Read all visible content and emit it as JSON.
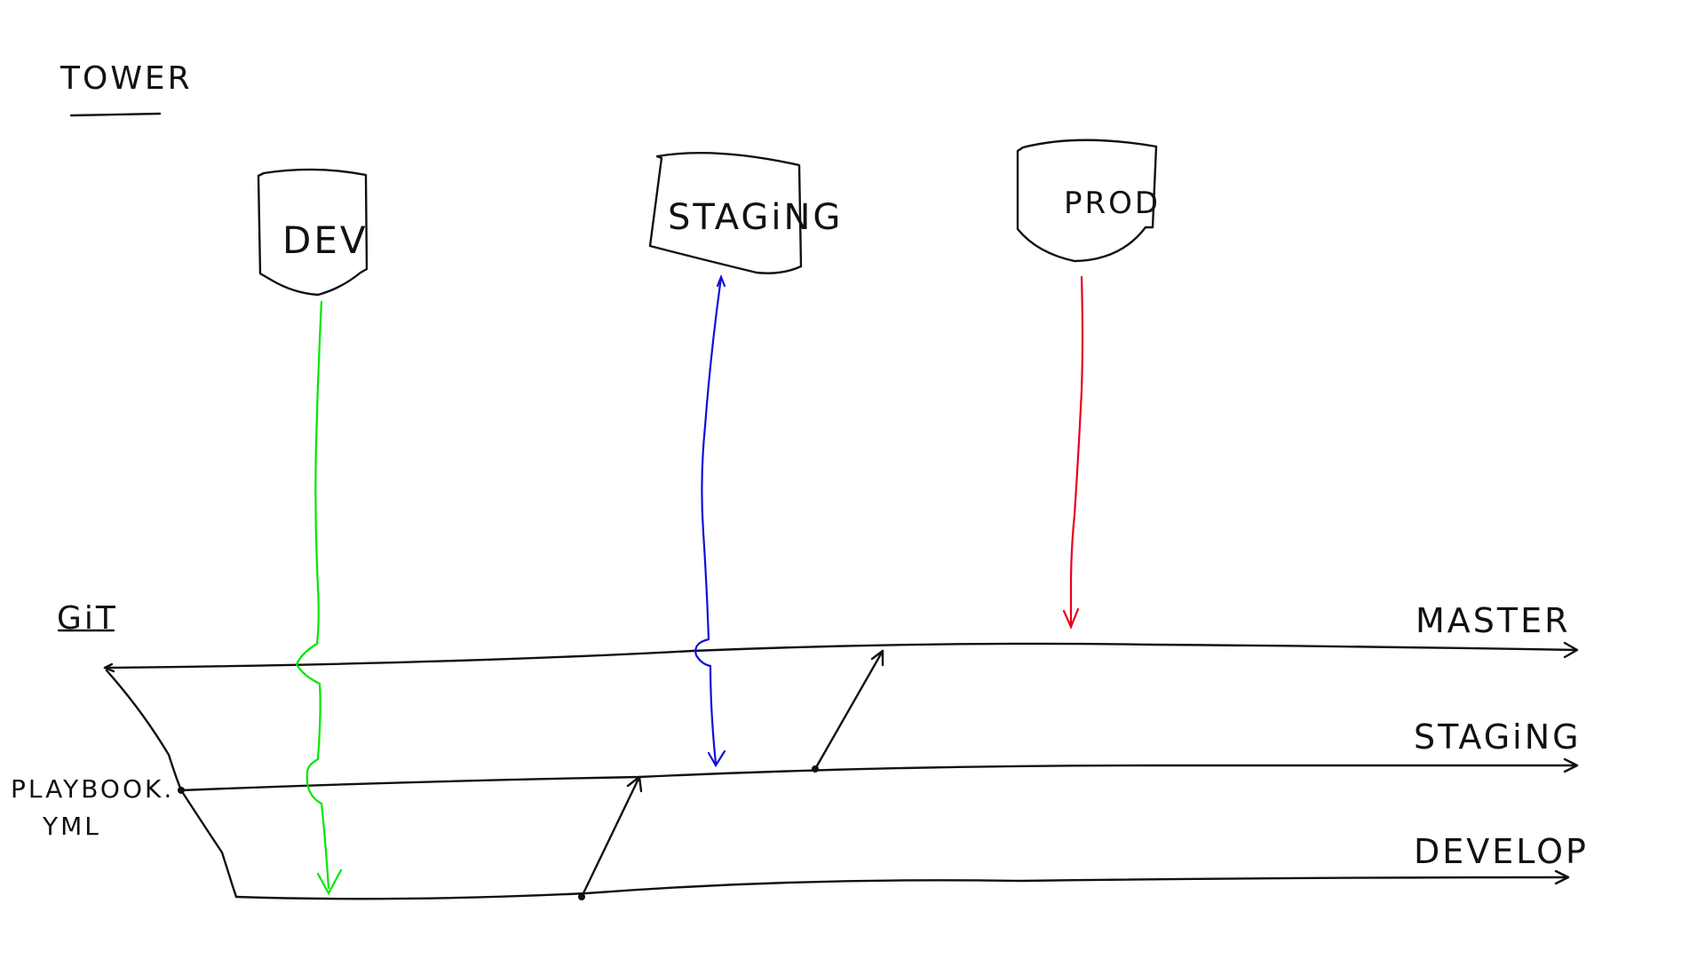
{
  "section_titles": {
    "tower": "TOWER",
    "git": "GiT"
  },
  "environments": [
    {
      "id": "dev",
      "label": "DEV",
      "arrow_color": "#00e600"
    },
    {
      "id": "staging",
      "label": "STAGiNG",
      "arrow_color": "#1010d8"
    },
    {
      "id": "prod",
      "label": "PROD",
      "arrow_color": "#e8001c"
    }
  ],
  "branches": [
    {
      "id": "master",
      "label": "MASTER"
    },
    {
      "id": "staging",
      "label": "STAGiNG"
    },
    {
      "id": "develop",
      "label": "DEVELOP"
    }
  ],
  "file_label": {
    "line1": "PLAYBOOK.",
    "line2": "YML"
  },
  "colors": {
    "ink": "#111111",
    "background": "#ffffff",
    "dev": "#00e600",
    "staging": "#1010d8",
    "prod": "#e8001c"
  }
}
